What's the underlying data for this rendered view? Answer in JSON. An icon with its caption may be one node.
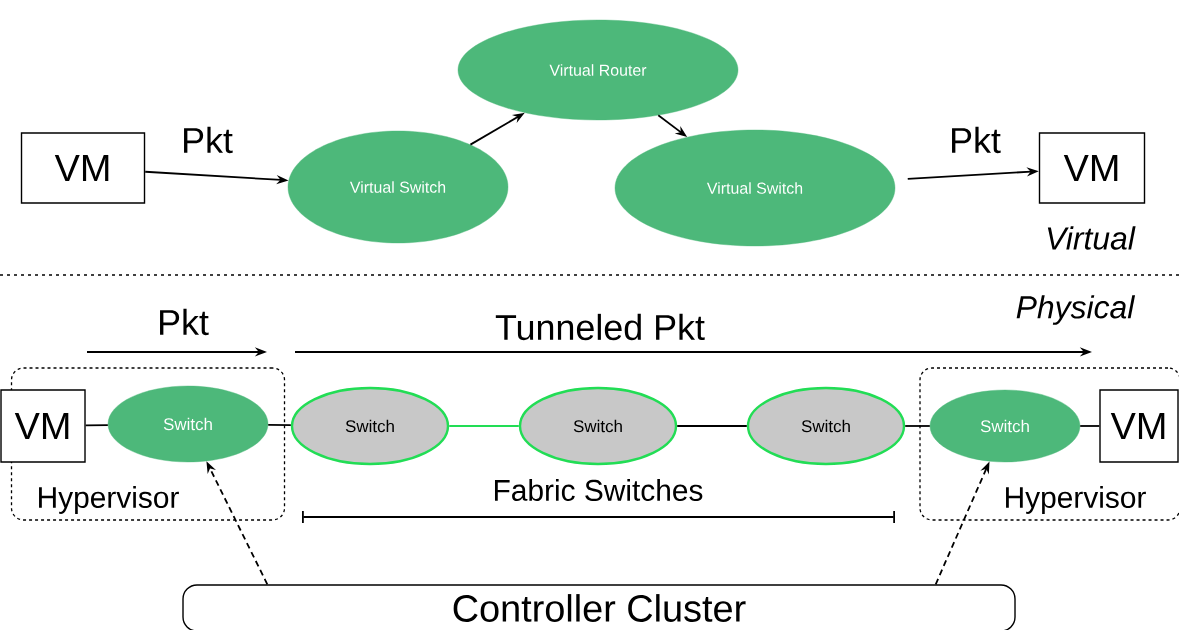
{
  "diagram": {
    "nodes": [
      {
        "text": [
          "VM"
        ]
      },
      {
        "text": [
          "Virtual Switch"
        ]
      },
      {
        "text": [
          "Virtual Router"
        ]
      },
      {
        "text": [
          "Virtual Switch"
        ]
      },
      {
        "text": [
          "VM"
        ]
      },
      {
        "text": [
          "Hypervisor"
        ]
      },
      {
        "text": [
          "VM"
        ]
      },
      {
        "text": [
          "Switch"
        ],
        "in": 5
      },
      {
        "text": [
          "Switch"
        ]
      },
      {
        "text": [
          "Switch"
        ]
      },
      {
        "text": [
          "Switch"
        ]
      },
      {
        "text": [
          "Hypervisor"
        ]
      },
      {
        "text": [
          "Switch"
        ],
        "in": 11
      },
      {
        "text": [
          "VM"
        ],
        "in": 11
      },
      {
        "text": [
          "Controller Cluster"
        ]
      }
    ],
    "edges": [
      {
        "from": 0,
        "to": 1,
        "arrow": "to",
        "label": "Pkt"
      },
      {
        "from": 1,
        "to": 2,
        "arrow": "to"
      },
      {
        "from": 2,
        "to": 3,
        "arrow": "to"
      },
      {
        "from": 3,
        "to": 4,
        "arrow": "to",
        "label": "Pkt"
      },
      {
        "from": 6,
        "to": 7,
        "arrow": "none"
      },
      {
        "from": 7,
        "to": 8,
        "arrow": "none"
      },
      {
        "from": 8,
        "to": 9,
        "arrow": "none",
        "color": "#22dd55"
      },
      {
        "from": 9,
        "to": 10,
        "arrow": "none"
      },
      {
        "from": 10,
        "to": 12,
        "arrow": "none"
      },
      {
        "from": 12,
        "to": 13,
        "arrow": "none"
      },
      {
        "from": 14,
        "to": 7,
        "arrow": "to",
        "style": "dashed"
      },
      {
        "from": 14,
        "to": 12,
        "arrow": "to",
        "style": "dashed"
      }
    ],
    "labels": [
      "Virtual",
      "Physical",
      "Pkt",
      "Tunneled Pkt",
      "Fabric Switches"
    ]
  }
}
